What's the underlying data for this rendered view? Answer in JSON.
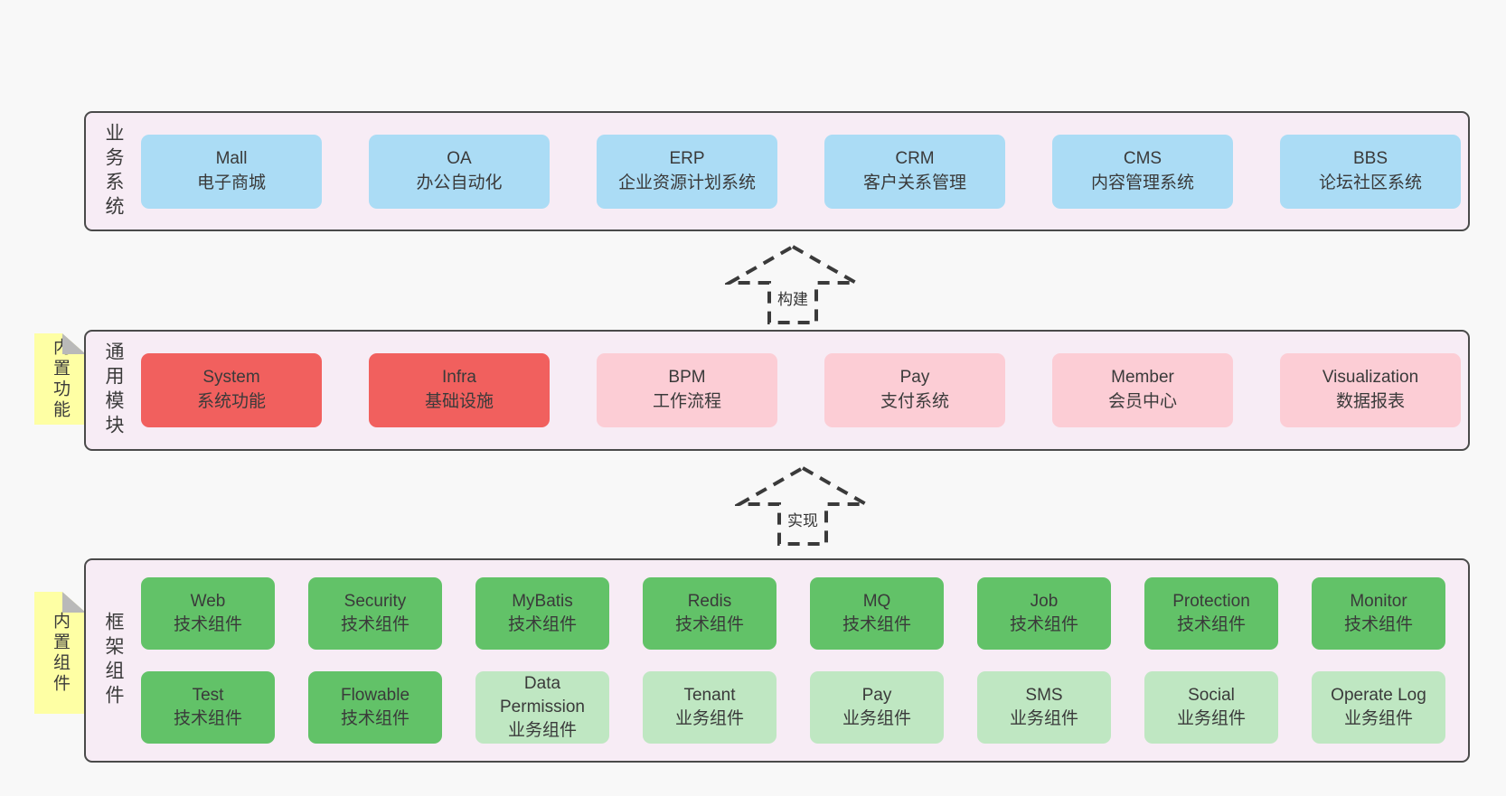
{
  "colors": {
    "page_bg": "#f8f8f8",
    "panel_bg": "#f7ecf5",
    "panel_border": "#4a4a4a",
    "blue": "#abdcf5",
    "red": "#f1605e",
    "pink": "#fccdd5",
    "green": "#62c268",
    "light_green": "#bfe7c2",
    "sticky_yellow": "#feffa4",
    "sticky_fold": "#b9b9b9",
    "arrow_stroke": "#3a3a3a"
  },
  "arrows": {
    "build_label": "构建",
    "implement_label": "实现"
  },
  "layers": {
    "business": {
      "label": "业务系统",
      "boxes": [
        {
          "name": "Mall",
          "subtitle": "电子商城",
          "variant": "blue"
        },
        {
          "name": "OA",
          "subtitle": "办公自动化",
          "variant": "blue"
        },
        {
          "name": "ERP",
          "subtitle": "企业资源计划系统",
          "variant": "blue"
        },
        {
          "name": "CRM",
          "subtitle": "客户关系管理",
          "variant": "blue"
        },
        {
          "name": "CMS",
          "subtitle": "内容管理系统",
          "variant": "blue"
        },
        {
          "name": "BBS",
          "subtitle": "论坛社区系统",
          "variant": "blue"
        }
      ]
    },
    "modules": {
      "label": "通用模块",
      "sticky": "内置功能",
      "boxes": [
        {
          "name": "System",
          "subtitle": "系统功能",
          "variant": "red"
        },
        {
          "name": "Infra",
          "subtitle": "基础设施",
          "variant": "red"
        },
        {
          "name": "BPM",
          "subtitle": "工作流程",
          "variant": "pink"
        },
        {
          "name": "Pay",
          "subtitle": "支付系统",
          "variant": "pink"
        },
        {
          "name": "Member",
          "subtitle": "会员中心",
          "variant": "pink"
        },
        {
          "name": "Visualization",
          "subtitle": "数据报表",
          "variant": "pink"
        }
      ]
    },
    "components": {
      "label": "框架组件",
      "sticky": "内置组件",
      "row1": [
        {
          "name": "Web",
          "subtitle": "技术组件",
          "variant": "green"
        },
        {
          "name": "Security",
          "subtitle": "技术组件",
          "variant": "green"
        },
        {
          "name": "MyBatis",
          "subtitle": "技术组件",
          "variant": "green"
        },
        {
          "name": "Redis",
          "subtitle": "技术组件",
          "variant": "green"
        },
        {
          "name": "MQ",
          "subtitle": "技术组件",
          "variant": "green"
        },
        {
          "name": "Job",
          "subtitle": "技术组件",
          "variant": "green"
        },
        {
          "name": "Protection",
          "subtitle": "技术组件",
          "variant": "green"
        },
        {
          "name": "Monitor",
          "subtitle": "技术组件",
          "variant": "green"
        }
      ],
      "row2": [
        {
          "name": "Test",
          "subtitle": "技术组件",
          "variant": "green"
        },
        {
          "name": "Flowable",
          "subtitle": "技术组件",
          "variant": "green"
        },
        {
          "name": "Data Permission",
          "subtitle": "业务组件",
          "variant": "light-green"
        },
        {
          "name": "Tenant",
          "subtitle": "业务组件",
          "variant": "light-green"
        },
        {
          "name": "Pay",
          "subtitle": "业务组件",
          "variant": "light-green"
        },
        {
          "name": "SMS",
          "subtitle": "业务组件",
          "variant": "light-green"
        },
        {
          "name": "Social",
          "subtitle": "业务组件",
          "variant": "light-green"
        },
        {
          "name": "Operate Log",
          "subtitle": "业务组件",
          "variant": "light-green"
        }
      ]
    }
  }
}
